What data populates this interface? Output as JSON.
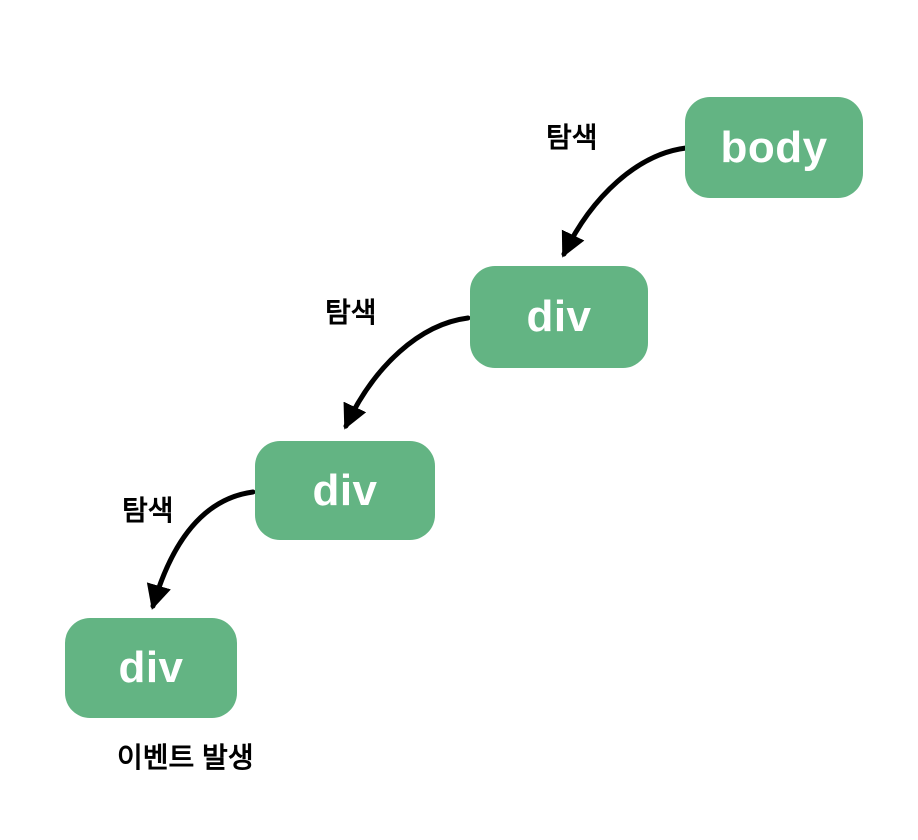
{
  "nodes": [
    {
      "id": "body",
      "label": "body"
    },
    {
      "id": "div-1",
      "label": "div"
    },
    {
      "id": "div-2",
      "label": "div"
    },
    {
      "id": "div-3",
      "label": "div"
    }
  ],
  "edges": [
    {
      "from": "body",
      "to": "div-1",
      "label": "탐색"
    },
    {
      "from": "div-1",
      "to": "div-2",
      "label": "탐색"
    },
    {
      "from": "div-2",
      "to": "div-3",
      "label": "탐색"
    }
  ],
  "caption": {
    "text": "이벤트 발생"
  },
  "colors": {
    "page_bg": "#ffffff",
    "node_fill": "#63b483",
    "node_text": "#ffffff",
    "arrow_color": "#000000",
    "label_text": "#000000"
  }
}
